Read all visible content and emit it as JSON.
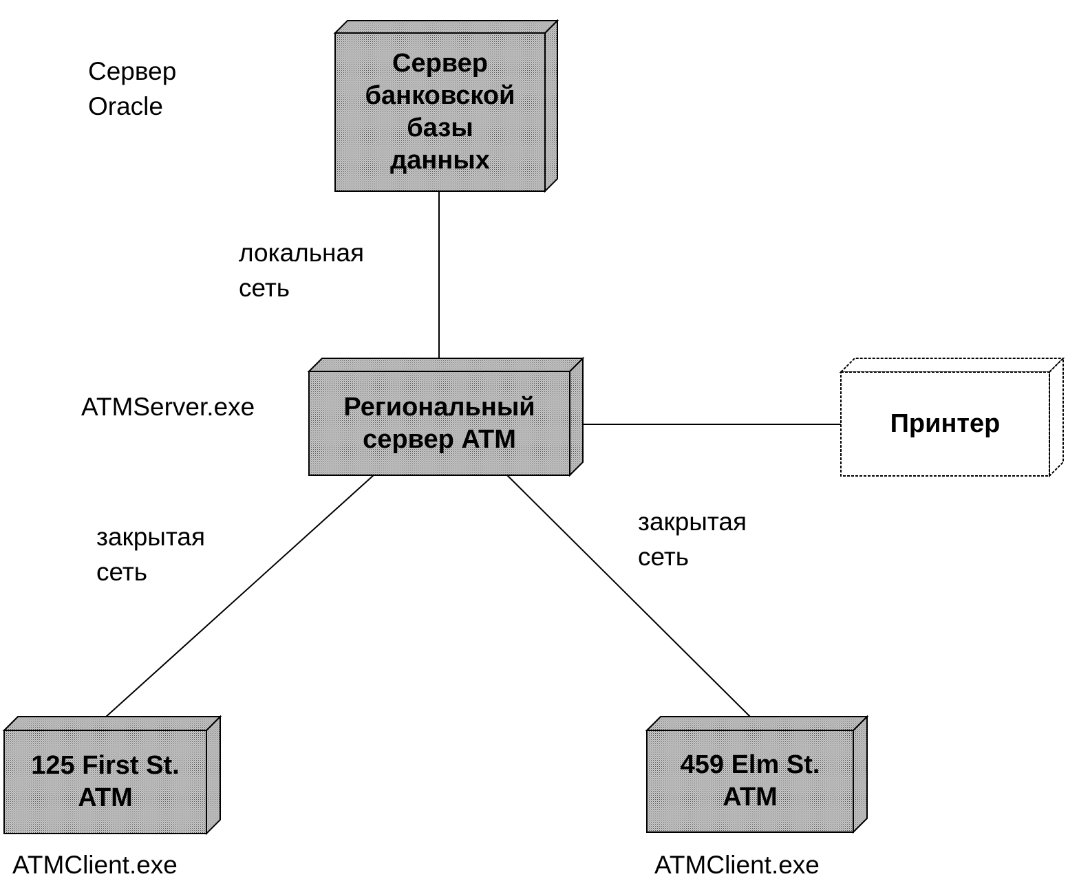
{
  "diagram": {
    "nodes": {
      "db_server": {
        "label": "Сервер\nбанковской\nбазы\nданных",
        "annotation": "Сервер\nOracle",
        "style": "shaded"
      },
      "regional_server": {
        "label": "Региональный\nсервер ATM",
        "annotation": "ATMServer.exe",
        "style": "shaded"
      },
      "printer": {
        "label": "Принтер",
        "style": "plain"
      },
      "atm_first": {
        "label": "125 First St.\nATM",
        "annotation": "ATMClient.exe",
        "style": "shaded"
      },
      "atm_elm": {
        "label": "459 Elm St.\nATM",
        "annotation": "ATMClient.exe",
        "style": "shaded"
      }
    },
    "connections": [
      {
        "from": "db_server",
        "to": "regional_server",
        "label": "локальная\nсеть"
      },
      {
        "from": "regional_server",
        "to": "printer",
        "label": ""
      },
      {
        "from": "regional_server",
        "to": "atm_first",
        "label": "закрытая\nсеть"
      },
      {
        "from": "regional_server",
        "to": "atm_elm",
        "label": "закрытая\nсеть"
      }
    ],
    "colors": {
      "shaded_fill": "#b4b4b4",
      "plain_fill": "#ffffff",
      "stroke": "#000000"
    }
  }
}
